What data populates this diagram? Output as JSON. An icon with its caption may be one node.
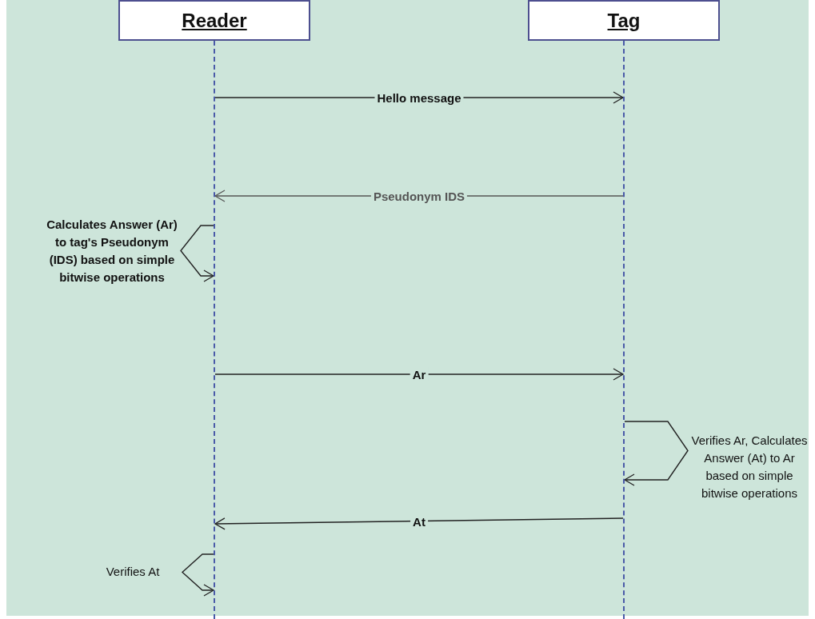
{
  "diagram": {
    "nodes": [
      {
        "text": [
          "Reader"
        ]
      },
      {
        "text": [
          "Tag"
        ]
      },
      {
        "text": [],
        "shape": "line"
      },
      {
        "text": [],
        "shape": "line"
      }
    ],
    "edges": [
      {
        "from": 2,
        "to": 3,
        "arrow": "to",
        "label": "Hello message"
      },
      {
        "from": 3,
        "to": 2,
        "arrow": "to",
        "label": "Pseudonym IDS",
        "color": "#555555"
      },
      {
        "from": 2,
        "to": 2,
        "arrow": "to",
        "label": "Calculates Answer (Ar) to tag's Pseudonym (IDS) based on simple bitwise operations"
      },
      {
        "from": 2,
        "to": 3,
        "arrow": "to",
        "label": "Ar"
      },
      {
        "from": 3,
        "to": 3,
        "arrow": "to",
        "label": "Verifies Ar, Calculates Answer (At) to Ar based on simple bitwise operations"
      },
      {
        "from": 3,
        "to": 2,
        "arrow": "to",
        "label": "At"
      },
      {
        "from": 2,
        "to": 2,
        "arrow": "to",
        "label": "Verifies At"
      }
    ]
  }
}
